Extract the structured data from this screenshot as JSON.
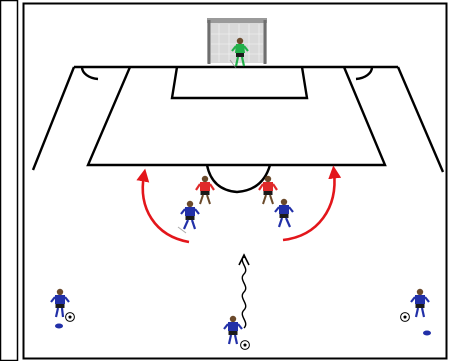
{
  "diagram": {
    "type": "soccer-training-drill",
    "pitch_color": "#ffffff",
    "line_color": "#000000",
    "arrow_color": "#e3161b",
    "team_colors": {
      "attackers": "#2230a8",
      "defenders": "#e02a2a",
      "goalkeeper": "#22b04a",
      "shorts": "#1a1a1a"
    },
    "players": [
      {
        "id": "goalkeeper",
        "role": "goalkeeper"
      },
      {
        "id": "defender-left",
        "role": "defender"
      },
      {
        "id": "defender-right",
        "role": "defender"
      },
      {
        "id": "attacker-left-center",
        "role": "attacker"
      },
      {
        "id": "attacker-right-center",
        "role": "attacker"
      },
      {
        "id": "attacker-wide-left",
        "role": "attacker",
        "has_ball": true
      },
      {
        "id": "attacker-bottom-center",
        "role": "attacker",
        "has_ball": true
      },
      {
        "id": "attacker-wide-right",
        "role": "attacker",
        "has_ball": true
      }
    ],
    "arrows": [
      {
        "id": "overlap-run-left",
        "style": "curved-run"
      },
      {
        "id": "overlap-run-right",
        "style": "curved-run"
      },
      {
        "id": "dribble-path",
        "style": "wavy-dribble"
      }
    ]
  }
}
